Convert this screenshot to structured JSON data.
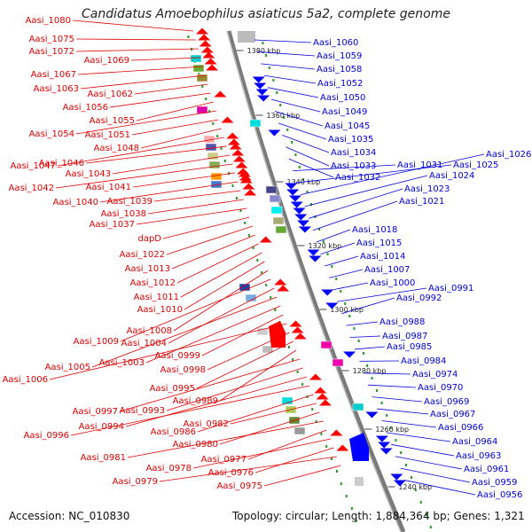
{
  "map": {
    "title": "Candidatus Amoebophilus asiaticus 5a2, complete genome",
    "accession": "Accession: NC_010830",
    "summary": "Topology: circular; Length: 1,884,364 bp; Genes: 1,321"
  },
  "scale_ticks": [
    "1380 kbp",
    "1360 kbp",
    "1340 kbp",
    "1320 kbp",
    "1300 kbp",
    "1280 kbp",
    "1260 kbp",
    "1240 kbp"
  ],
  "left_genes": [
    "Aasi_1080",
    "Aasi_1075",
    "Aasi_1072",
    "Aasi_1069",
    "Aasi_1067",
    "Aasi_1063",
    "Aasi_1062",
    "Aasi_1056",
    "Aasi_1055",
    "Aasi_1054",
    "Aasi_1051",
    "Aasi_1048",
    "Aasi_1047",
    "Aasi_1046",
    "Aasi_1043",
    "Aasi_1042",
    "Aasi_1041",
    "Aasi_1040",
    "Aasi_1039",
    "Aasi_1038",
    "Aasi_1037",
    "dapD",
    "Aasi_1022",
    "Aasi_1013",
    "Aasi_1012",
    "Aasi_1011",
    "Aasi_1010",
    "Aasi_1008",
    "Aasi_1009",
    "Aasi_1004",
    "Aasi_1005",
    "Aasi_1003",
    "Aasi_0999",
    "Aasi_1006",
    "Aasi_0998",
    "Aasi_0995",
    "Aasi_0989",
    "Aasi_0997",
    "Aasi_0993",
    "Aasi_0994",
    "Aasi_0996",
    "Aasi_0986",
    "Aasi_0982",
    "Aasi_0980",
    "Aasi_0981",
    "Aasi_0977",
    "Aasi_0978",
    "Aasi_0976",
    "Aasi_0979",
    "Aasi_0975"
  ],
  "right_genes": [
    "Aasi_1060",
    "Aasi_1059",
    "Aasi_1058",
    "Aasi_1052",
    "Aasi_1050",
    "Aasi_1049",
    "Aasi_1045",
    "Aasi_1035",
    "Aasi_1034",
    "Aasi_1033",
    "Aasi_1032",
    "Aasi_1031",
    "Aasi_1025",
    "Aasi_1026",
    "Aasi_1024",
    "Aasi_1023",
    "Aasi_1021",
    "Aasi_1018",
    "Aasi_1015",
    "Aasi_1014",
    "Aasi_1007",
    "Aasi_1000",
    "Aasi_0991",
    "Aasi_0992",
    "Aasi_0988",
    "Aasi_0987",
    "Aasi_0985",
    "Aasi_0984",
    "Aasi_0974",
    "Aasi_0970",
    "Aasi_0969",
    "Aasi_0967",
    "Aasi_0966",
    "Aasi_0964",
    "Aasi_0963",
    "Aasi_0961",
    "Aasi_0959",
    "Aasi_0956"
  ],
  "colors": {
    "forward": "#ff0000",
    "reverse": "#0000ff",
    "backbone": "#888888",
    "tick": "#229922",
    "left_label": "#e00000",
    "right_label": "#0000dd"
  }
}
